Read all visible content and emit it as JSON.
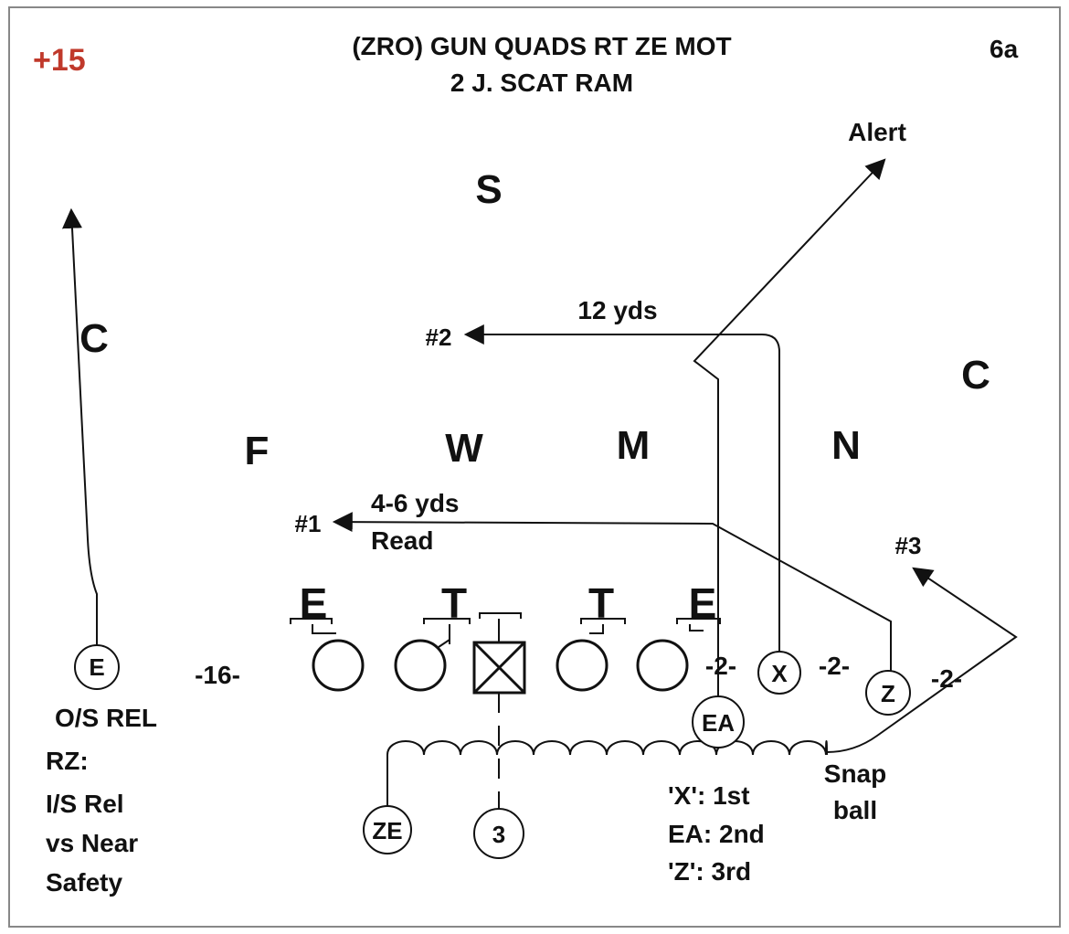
{
  "header": {
    "yardline": "+15",
    "title_line1": "(ZRO) GUN QUADS RT ZE MOT",
    "title_line2": "2 J. SCAT RAM",
    "play_number": "6a"
  },
  "colors": {
    "yardline": "#c0392b",
    "ink": "#111111",
    "border": "#888888"
  },
  "defense": {
    "safety": "S",
    "corner_left": "C",
    "corner_right": "C",
    "free": "F",
    "will": "W",
    "mike": "M",
    "nickel": "N",
    "end_left": "E",
    "tackle_left": "T",
    "tackle_right": "T",
    "end_right": "E"
  },
  "offense": {
    "split_end": "E",
    "receiver_x": "X",
    "receiver_z": "Z",
    "receiver_ea": "EA",
    "motion_ze": "ZE",
    "back": "3"
  },
  "splits": {
    "left": "-16-",
    "right_1": "-2-",
    "right_2": "-2-",
    "right_3": "-2-"
  },
  "routes": {
    "alert": "Alert",
    "depth_12": "12 yds",
    "target_2": "#2",
    "depth_4_6": "4-6 yds",
    "read": "Read",
    "target_1": "#1",
    "target_3": "#3"
  },
  "notes": {
    "os_rel": "O/S REL",
    "rz_lines": [
      "RZ:",
      "I/S Rel",
      "vs Near",
      "Safety"
    ],
    "snap_lines": [
      "Snap",
      "ball"
    ],
    "progression": [
      "'X': 1st",
      "EA: 2nd",
      "'Z': 3rd"
    ]
  }
}
